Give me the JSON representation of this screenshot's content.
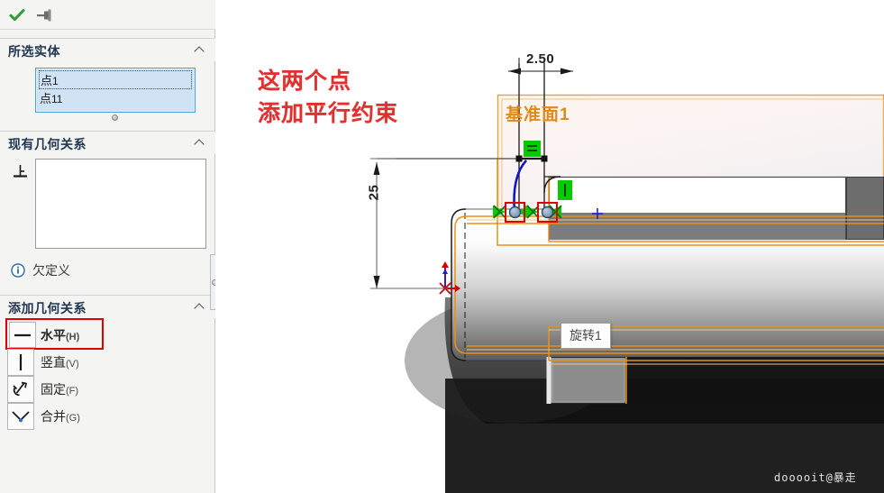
{
  "panel": {
    "toolbar": {
      "ok_icon": "check-icon",
      "pin_icon": "pin-icon"
    },
    "sections": [
      {
        "id": "selected-entities",
        "title": "所选实体",
        "collapse_icon": "chevron-up-icon",
        "items": [
          {
            "label": "点",
            "number": "1"
          },
          {
            "label": "点",
            "number": "11"
          }
        ]
      },
      {
        "id": "existing-relations",
        "title": "现有几何关系",
        "collapse_icon": "chevron-up-icon",
        "list_icon": "perpendicular-relation-icon",
        "items": []
      },
      {
        "id": "add-relations",
        "title": "添加几何关系",
        "collapse_icon": "chevron-up-icon",
        "buttons": [
          {
            "label": "水平",
            "key": "(H)",
            "icon": "horizontal-line-icon",
            "selected": true
          },
          {
            "label": "竖直",
            "key": "(V)",
            "icon": "vertical-line-icon",
            "selected": false
          },
          {
            "label": "固定",
            "key": "(F)",
            "icon": "anchor-fix-icon",
            "selected": false
          },
          {
            "label": "合并",
            "key": "(G)",
            "icon": "merge-point-icon",
            "selected": false
          }
        ]
      }
    ],
    "status": {
      "icon": "info-icon",
      "text": "欠定义"
    }
  },
  "viewport": {
    "annotation": "这两个点\n添加平行约束",
    "annotation_line1": "这两个点",
    "annotation_line2": "添加平行约束",
    "dimension_top": "2.50",
    "dimension_left": "25",
    "plane_label": "基准面1",
    "feature_callout": "旋转1",
    "watermark": "dooooit@暴走",
    "highlight_boxes": 2
  },
  "colors": {
    "panel_bg": "#f4f4f3",
    "section_title": "#21364f",
    "selection_bg": "#cfe3f5",
    "selection_border": "#4a9fd8",
    "highlight_red": "#e00000",
    "annotation_red": "#e03030",
    "plane_orange": "#e08a16",
    "relation_green": "#00c000",
    "sketch_blue": "#0000cc"
  }
}
